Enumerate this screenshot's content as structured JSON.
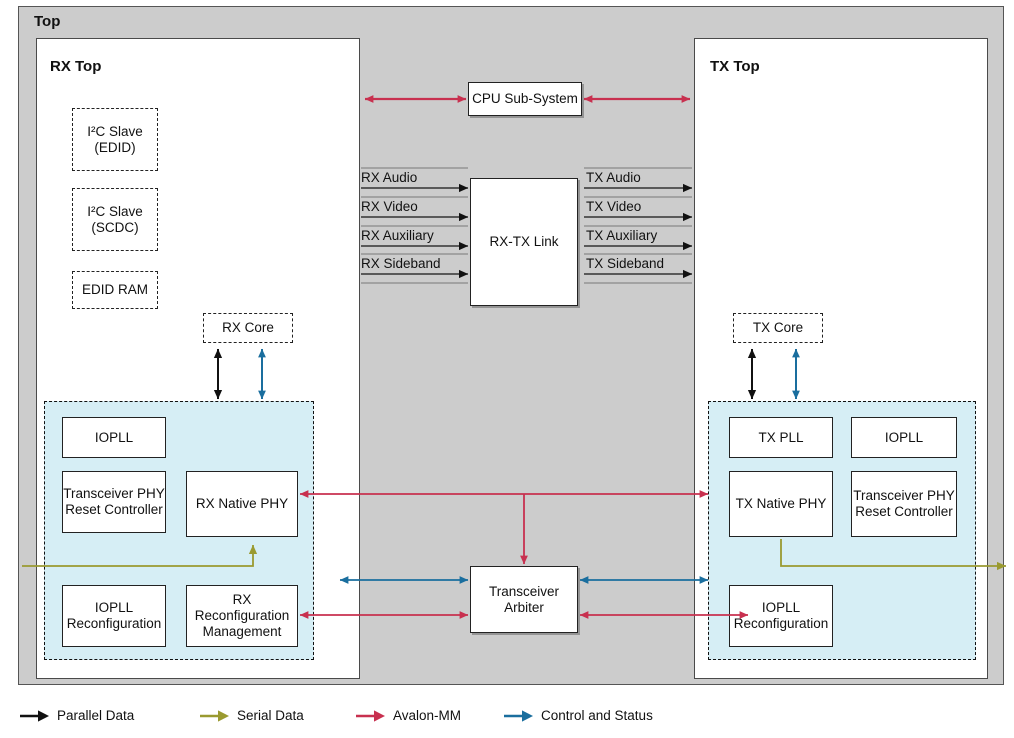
{
  "diagram": {
    "title": "Top",
    "colors": {
      "parallel_data": "#111111",
      "serial_data": "#9a9a30",
      "avalon_mm": "#c8304f",
      "control_status": "#1a6e9e",
      "background": "#cccccc",
      "phy_region": "#d6eef5",
      "panel": "#ffffff"
    }
  },
  "rx_top": {
    "title": "RX Top",
    "blocks": [
      {
        "id": "i2c-slave-edid",
        "line1": "I²C Slave",
        "line2": "(EDID)",
        "style": "dashed"
      },
      {
        "id": "i2c-slave-scdc",
        "line1": "I²C Slave",
        "line2": "(SCDC)",
        "style": "dashed"
      },
      {
        "id": "edid-ram",
        "line1": "EDID RAM",
        "line2": "",
        "style": "dashed"
      },
      {
        "id": "rx-core",
        "line1": "RX Core",
        "line2": "",
        "style": "dashed"
      }
    ],
    "phy": {
      "blocks": [
        {
          "id": "iopll",
          "line1": "IOPLL",
          "line2": ""
        },
        {
          "id": "transceiver-phy-reset-controller",
          "line1": "Transceiver PHY",
          "line2": "Reset Controller"
        },
        {
          "id": "rx-native-phy",
          "line1": "RX Native PHY",
          "line2": ""
        },
        {
          "id": "iopll-reconfiguration",
          "line1": "IOPLL",
          "line2": "Reconfiguration"
        },
        {
          "id": "rx-reconfiguration-management",
          "line1": "RX Reconfiguration",
          "line2": "Management"
        }
      ]
    }
  },
  "tx_top": {
    "title": "TX Top",
    "blocks": [
      {
        "id": "tx-core",
        "line1": "TX Core",
        "line2": "",
        "style": "dashed"
      }
    ],
    "phy": {
      "blocks": [
        {
          "id": "tx-pll",
          "line1": "TX PLL",
          "line2": ""
        },
        {
          "id": "iopll",
          "line1": "IOPLL",
          "line2": ""
        },
        {
          "id": "tx-native-phy",
          "line1": "TX Native PHY",
          "line2": ""
        },
        {
          "id": "transceiver-phy-reset-controller",
          "line1": "Transceiver PHY",
          "line2": "Reset Controller"
        },
        {
          "id": "iopll-reconfiguration",
          "line1": "IOPLL",
          "line2": "Reconfiguration"
        }
      ]
    }
  },
  "center": {
    "cpu_subsystem": "CPU Sub-System",
    "rx_tx_link": "RX-TX Link",
    "transceiver_arbiter_line1": "Transceiver",
    "transceiver_arbiter_line2": "Arbiter",
    "rx_signals": [
      "RX Audio",
      "RX Video",
      "RX Auxiliary",
      "RX Sideband"
    ],
    "tx_signals": [
      "TX Audio",
      "TX Video",
      "TX Auxiliary",
      "TX Sideband"
    ]
  },
  "legend": {
    "items": [
      {
        "label": "Parallel Data",
        "color": "#111111"
      },
      {
        "label": "Serial Data",
        "color": "#9a9a30"
      },
      {
        "label": "Avalon-MM",
        "color": "#c8304f"
      },
      {
        "label": "Control and Status",
        "color": "#1a6e9e"
      }
    ]
  }
}
